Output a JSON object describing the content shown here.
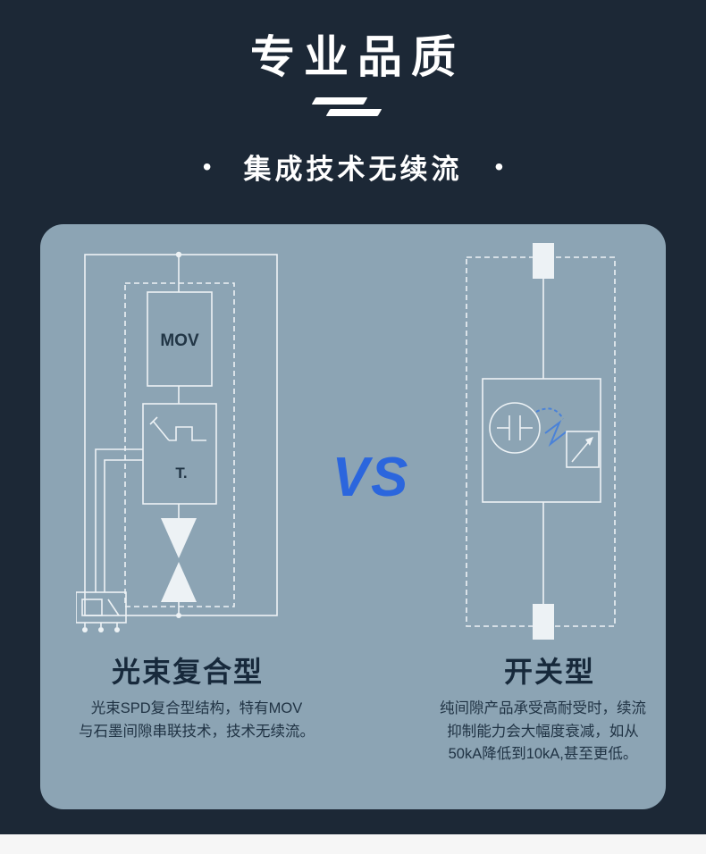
{
  "colors": {
    "background": "#1c2836",
    "card": "#8ca4b4",
    "line": "#edf2f5",
    "accent_blue": "#2b66dd",
    "dark_text": "#17293b",
    "desc_text": "#203344",
    "footer": "#f6f6f6"
  },
  "header": {
    "title": "专业品质",
    "subtitle": "集成技术无续流",
    "bullet": "•"
  },
  "comparison": {
    "vs_label": "VS",
    "left": {
      "diagram_labels": {
        "mov": "MOV",
        "t": "T."
      },
      "name": "光束复合型",
      "description": [
        "光束SPD复合型结构，特有MOV",
        "与石墨间隙串联技术，技术无续流。"
      ]
    },
    "right": {
      "name": "开关型",
      "description": [
        "纯间隙产品承受高耐受时，续流",
        "抑制能力会大幅度衰减，如从",
        "50kA降低到10kA,甚至更低。"
      ]
    }
  }
}
